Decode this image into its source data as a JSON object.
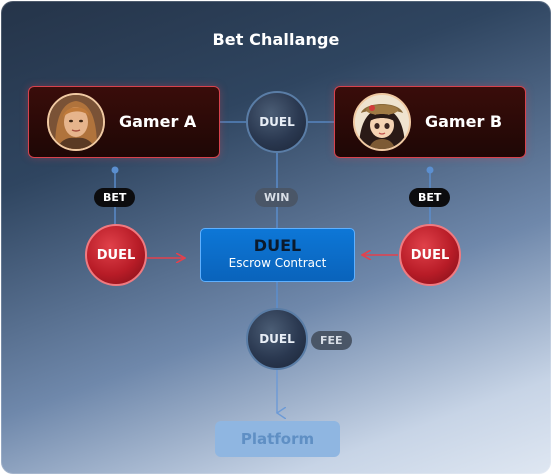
{
  "title": "Bet Challange",
  "gamer_a": {
    "name": "Gamer A",
    "avatar": "female-warrior-avatar"
  },
  "gamer_b": {
    "name": "Gamer B",
    "avatar": "girl-explorer-avatar"
  },
  "top_coin": "DUEL",
  "win_label": "WIN",
  "bet_label_a": "BET",
  "bet_label_b": "BET",
  "left_coin": "DUEL",
  "right_coin": "DUEL",
  "escrow": {
    "title": "DUEL",
    "subtitle": "Escrow Contract"
  },
  "fee_coin": "DUEL",
  "fee_label": "FEE",
  "platform": "Platform",
  "colors": {
    "card_border": "#d8424d",
    "coin_red": "#b81c27",
    "escrow_blue": "#0a63bb",
    "platform": "#8fb6e1",
    "wire_blue": "#5b8fd0",
    "wire_red": "#e4414c"
  }
}
